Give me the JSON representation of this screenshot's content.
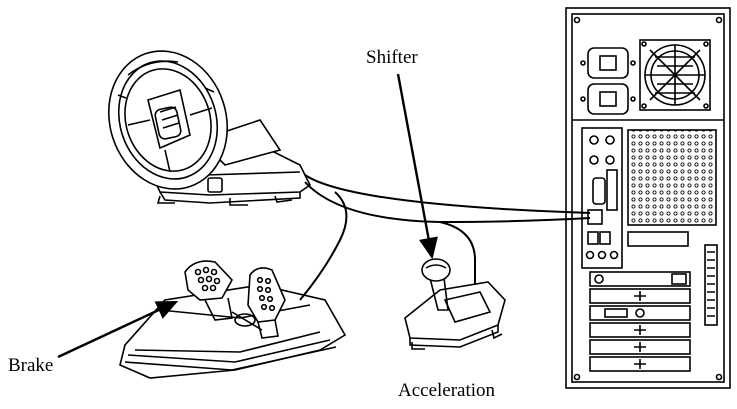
{
  "labels": {
    "shifter": "Shifter",
    "brake": "Brake",
    "acceleration": "Acceleration"
  },
  "colors": {
    "line": "#000000",
    "background": "#ffffff"
  }
}
